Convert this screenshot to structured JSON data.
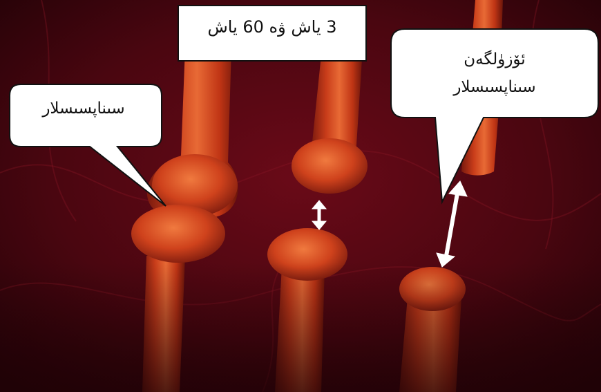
{
  "image": {
    "colors": {
      "background_dark": "#2a0308",
      "background_mid": "#6a0a18",
      "bone_light": "#e86a35",
      "bone_mid": "#c93d1a",
      "bone_dark": "#7a1a0e",
      "arrow": "#ffffff",
      "callout_fill": "#ffffff",
      "callout_stroke": "#111111"
    }
  },
  "labels": {
    "ages": "3 ياش ۋە 60 ياش",
    "left_joint": "سىناپسىسلار",
    "right_joint_line1": "ئۆزۈلگەن",
    "right_joint_line2": "سىناپسىسلار"
  },
  "icons": {
    "small_gap_arrow": "double-arrow-icon",
    "large_gap_arrow": "double-arrow-icon"
  }
}
